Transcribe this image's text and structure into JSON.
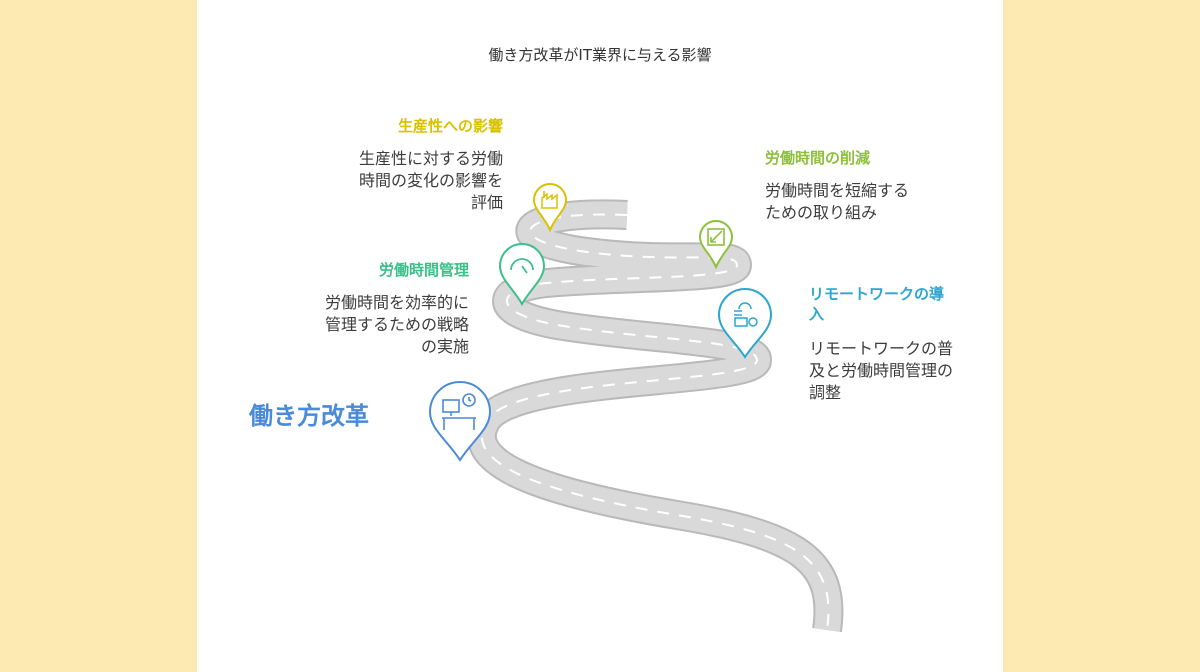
{
  "title": "働き方改革がIT業界に与える影響",
  "main_label": "働き方改革",
  "colors": {
    "background": "#fde9b2",
    "canvas": "#ffffff",
    "road": "#d4d4d4",
    "road_edge": "#b9b9b9",
    "blue": "#4a8ad8",
    "teal": "#3bc08a",
    "yellow": "#d8c200",
    "lime": "#8ec03c",
    "cyan": "#2aa6cf"
  },
  "milestones": [
    {
      "title": "生産性への影響",
      "desc_lines": [
        "生産性に対する労働",
        "時間の変化の影響を",
        "評価"
      ],
      "color": "#d8c200",
      "icon": "factory-icon"
    },
    {
      "title": "労働時間の削減",
      "desc_lines": [
        "労働時間を短縮する",
        "ための取り組み"
      ],
      "color": "#8ec03c",
      "icon": "shrink-arrow-icon"
    },
    {
      "title": "労働時間管理",
      "desc_lines": [
        "労働時間を効率的に",
        "管理するための戦略",
        "の実施"
      ],
      "color": "#3bc08a",
      "icon": "gauge-icon"
    },
    {
      "title_lines": [
        "リモートワークの導",
        "入"
      ],
      "desc_lines": [
        "リモートワークの普",
        "及と労働時間管理の",
        "調整"
      ],
      "color": "#2aa6cf",
      "icon": "remote-work-icon"
    },
    {
      "color": "#4a8ad8",
      "icon": "desk-clock-icon"
    }
  ]
}
